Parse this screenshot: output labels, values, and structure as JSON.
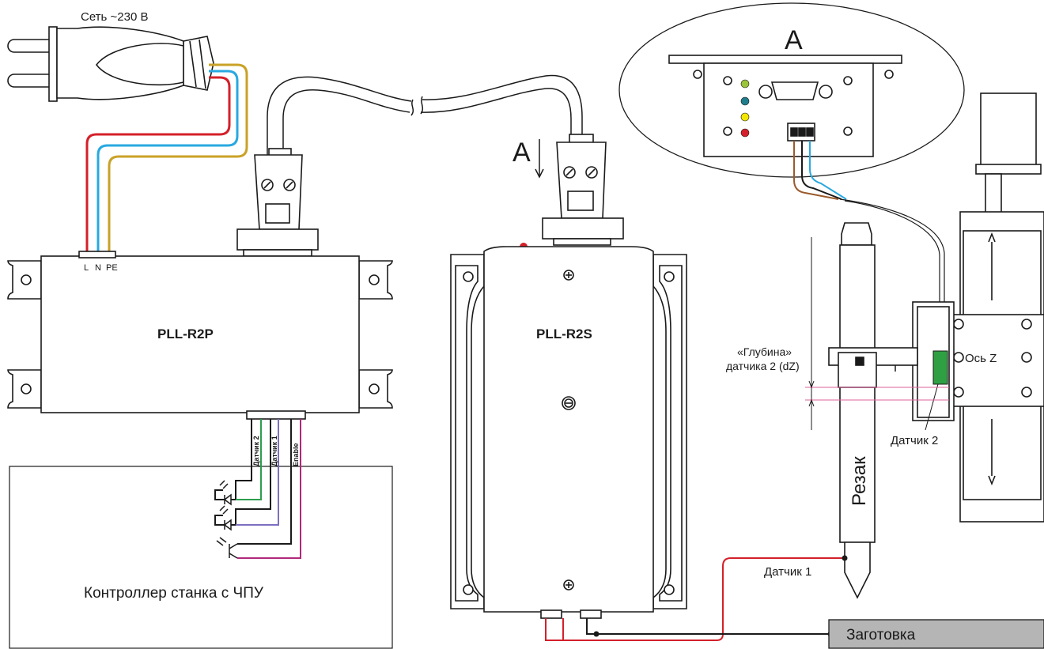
{
  "labels": {
    "mains": "Сеть ~230 В",
    "terminal_l": "L",
    "terminal_n": "N",
    "terminal_pe": "PE",
    "unit_left": "PLL-R2P",
    "unit_mid": "PLL-R2S",
    "view_arrow": "A",
    "view_detail": "A",
    "controller": "Контроллер станка с ЧПУ",
    "out_sensor2": "Датчик 2",
    "out_sensor1": "Датчик 1",
    "out_enable": "Enable",
    "depth_line1": "«Глубина»",
    "depth_line2": "датчика 2 (dZ)",
    "axis_z": "Ось Z",
    "sensor2": "Датчик 2",
    "cutter": "Резак",
    "sensor1": "Датчик 1",
    "workpiece": "Заготовка"
  },
  "colors": {
    "wire_l": "#d4202a",
    "wire_n": "#29a8e0",
    "wire_pe": "#c9a227",
    "wire_sensor2": "#2e9e4f",
    "wire_sensor1": "#7b6fc0",
    "wire_enable": "#b0287a",
    "wire_brown": "#9b5a2c",
    "led_green": "#9ac43a",
    "led_blue": "#1f7d8c",
    "led_yellow": "#f2e600",
    "led_red": "#d4202a",
    "sensor_green": "#2ea043",
    "depth_lines": "#e0609a",
    "workpiece_fill": "#b5b5b5"
  }
}
